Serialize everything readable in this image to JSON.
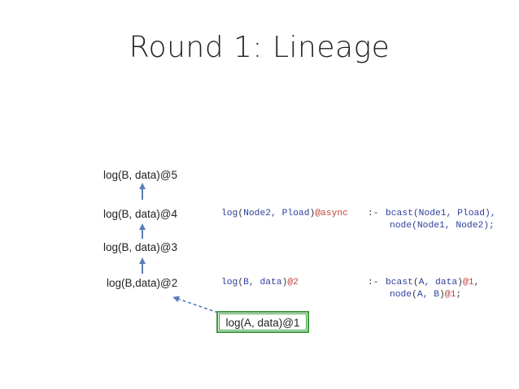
{
  "title": "Round 1: Lineage",
  "lineage": {
    "n5": "log(B, data)@5",
    "n4": "log(B, data)@4",
    "n3": "log(B, data)@3",
    "n2": "log(B,data)@2",
    "n1": "log(A, data)@1"
  },
  "rule1": {
    "head_pred": "log",
    "head_open": "(",
    "head_args": "Node2, Pload",
    "head_close": ")",
    "head_time": "@async",
    "op": ":-",
    "b1_pred": "bcast",
    "b1_args": "(Node1, Pload),",
    "b2_pred": "node",
    "b2_args": "(Node1, Node2);"
  },
  "rule2": {
    "head_pred": "log",
    "head_open": "(",
    "head_args": "B, data",
    "head_close": ")",
    "head_time": "@2",
    "op": ":-",
    "b1_pred": "bcast",
    "b1_open": "(",
    "b1_args": "A, data",
    "b1_close": ")",
    "b1_time": "@1",
    "b1_end": ",",
    "b2_pred": "node",
    "b2_open": "(",
    "b2_args": "A, B",
    "b2_close": ")",
    "b2_time": "@1",
    "b2_end": ";"
  },
  "colors": {
    "keyword": "#2f3f9a",
    "timestamp": "#c24040",
    "arrow": "#5b7fb5",
    "box_border": "#3a9a3a"
  }
}
